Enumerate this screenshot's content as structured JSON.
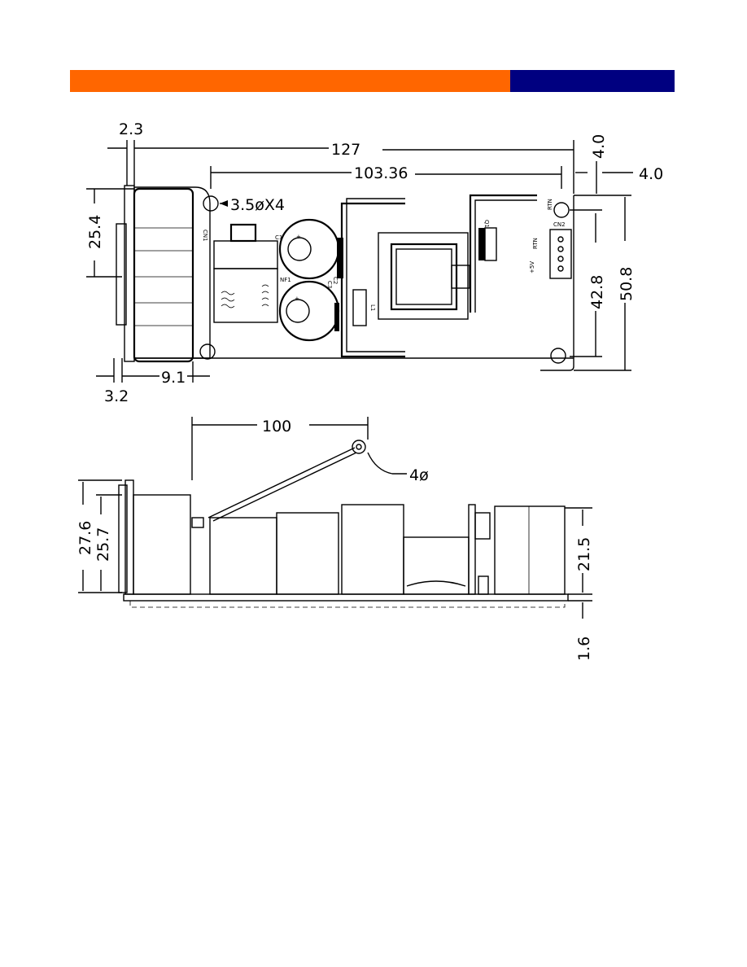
{
  "colors": {
    "header_left": "#ff6600",
    "header_right": "#000080",
    "ink": "#000000"
  },
  "top_view": {
    "dims": {
      "d_2_3": "2.3",
      "d_127": "127",
      "d_103_36": "103.36",
      "d_4_0_v": "4.0",
      "d_4_0_h": "4.0",
      "d_25_4": "25.4",
      "d_3_5x4": "3.5øX4",
      "d_42_8": "42.8",
      "d_50_8": "50.8",
      "d_3_2": "3.2",
      "d_9_1": "9.1"
    },
    "labels": {
      "cn1": "CN1",
      "c1": "C1",
      "nf1": "NF1",
      "c2": "C2",
      "c3": "C3",
      "l1": "L1",
      "q1": "Q1",
      "rtn": "RTN",
      "cn2": "CN2",
      "rtn2": "RTN",
      "p5v": "+5V",
      "plus": "+"
    }
  },
  "side_view": {
    "dims": {
      "d_100": "100",
      "d_4phi": "4ø",
      "d_27_6": "27.6",
      "d_25_7": "25.7",
      "d_21_5": "21.5",
      "d_1_6": "1.6"
    }
  }
}
